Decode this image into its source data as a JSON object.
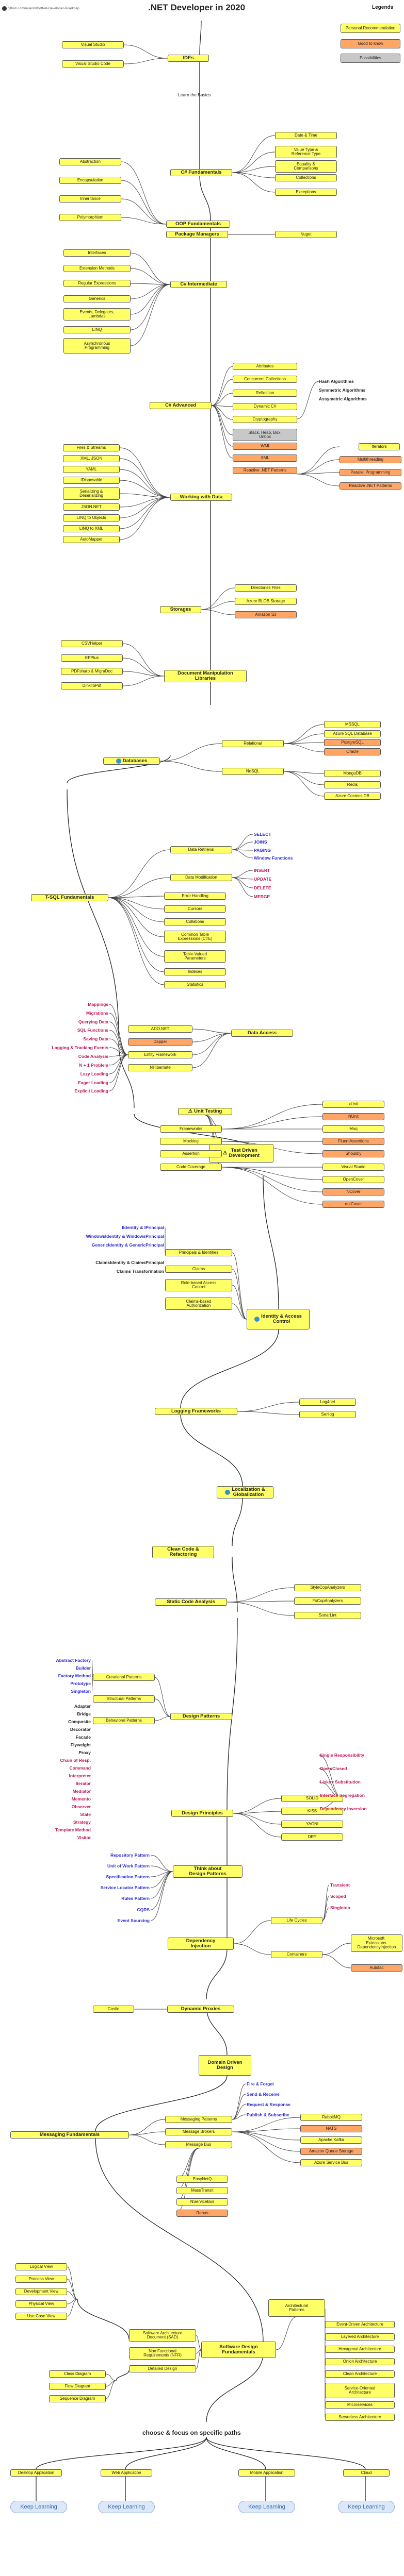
{
  "header": {
    "title": ".NET Developer in 2020",
    "repo": "github.com/milanm/DotNet-Developer-Roadmap",
    "legend_title": "Legends"
  },
  "legend": [
    {
      "label": "Personal Recommendation",
      "color": "yellow"
    },
    {
      "label": "Good to know",
      "color": "orange"
    },
    {
      "label": "Possibilities",
      "color": "gray"
    }
  ],
  "intro": {
    "learn_basics": "Learn the Basics",
    "choose_focus": "choose & focus on specific paths"
  },
  "main_nodes": [
    {
      "label": "IDEs"
    },
    {
      "label": "C# Fundamentals"
    },
    {
      "label": "OOP Fundamentals"
    },
    {
      "label": "Package Managers"
    },
    {
      "label": "C# Intermediate"
    },
    {
      "label": "C# Advanced"
    },
    {
      "label": "Working with Data"
    },
    {
      "label": "Storages"
    },
    {
      "label": "Document Manipulation\nLibraries"
    },
    {
      "label": "Databases"
    },
    {
      "label": "T-SQL Fundamentals"
    },
    {
      "label": "Data Access"
    },
    {
      "label": "Unit Testing"
    },
    {
      "label": "Test Driven\nDevelopment"
    },
    {
      "label": "Identity & Access\nControl"
    },
    {
      "label": "Logging Frameworks"
    },
    {
      "label": "Localization &\nGlobalization"
    },
    {
      "label": "Clean Code &\nRefactoring"
    },
    {
      "label": "Static Code Analysis"
    },
    {
      "label": "Design Patterns"
    },
    {
      "label": "Design Principles"
    },
    {
      "label": "Think about\nDesign Patterns"
    },
    {
      "label": "Dependency\nInjection"
    },
    {
      "label": "Dynamic Proxies"
    },
    {
      "label": "Domain Driven\nDesign"
    },
    {
      "label": "Messaging Fundamentals"
    },
    {
      "label": "Software Design\nFundamentals"
    }
  ],
  "sub_nodes": [
    {
      "label": "Visual Studio",
      "color": "yellow"
    },
    {
      "label": "Visual Studio Code",
      "color": "yellow"
    },
    {
      "label": "Date & Time",
      "color": "yellow"
    },
    {
      "label": "Value Type &\nReference Type",
      "color": "yellow"
    },
    {
      "label": "Equality &\nComparisons",
      "color": "yellow"
    },
    {
      "label": "Collections",
      "color": "yellow"
    },
    {
      "label": "Exceptions",
      "color": "yellow"
    },
    {
      "label": "Abstraction",
      "color": "yellow"
    },
    {
      "label": "Encapsulation",
      "color": "yellow"
    },
    {
      "label": "Inheritance",
      "color": "yellow"
    },
    {
      "label": "Polymorphism",
      "color": "yellow"
    },
    {
      "label": "Nuget",
      "color": "yellow"
    },
    {
      "label": "Interfaces",
      "color": "yellow"
    },
    {
      "label": "Extension Methods",
      "color": "yellow"
    },
    {
      "label": "Regular Expressions",
      "color": "yellow"
    },
    {
      "label": "Generics",
      "color": "yellow"
    },
    {
      "label": "Events, Delegates,\nLambdas",
      "color": "yellow"
    },
    {
      "label": "LINQ",
      "color": "yellow"
    },
    {
      "label": "Asynchronous\nProgramming",
      "color": "yellow"
    },
    {
      "label": "Attributes",
      "color": "yellow"
    },
    {
      "label": "Concurrent Collections",
      "color": "yellow"
    },
    {
      "label": "Reflection",
      "color": "yellow"
    },
    {
      "label": "Dynamic C#",
      "color": "yellow"
    },
    {
      "label": "Cryptography",
      "color": "yellow"
    },
    {
      "label": "Stack, Heap, Box,\nUnbox",
      "color": "gray"
    },
    {
      "label": "WMI",
      "color": "orange"
    },
    {
      "label": "XML",
      "color": "orange"
    },
    {
      "label": "Iterators",
      "color": "yellow"
    },
    {
      "label": "Multithreading",
      "color": "orange"
    },
    {
      "label": "Parallel Programming",
      "color": "orange"
    },
    {
      "label": "Reactive .NET Patterns",
      "color": "orange"
    },
    {
      "label": "Files & Streams",
      "color": "yellow"
    },
    {
      "label": "XML, JSON",
      "color": "yellow"
    },
    {
      "label": "YAML",
      "color": "yellow"
    },
    {
      "label": "IDisposable",
      "color": "yellow"
    },
    {
      "label": "Serializing &\nDeserializing",
      "color": "yellow"
    },
    {
      "label": "JSON.NET",
      "color": "yellow"
    },
    {
      "label": "LINQ to Objects",
      "color": "yellow"
    },
    {
      "label": "LINQ to XML",
      "color": "yellow"
    },
    {
      "label": "AutoMapper",
      "color": "yellow"
    },
    {
      "label": "Directories Files",
      "color": "yellow"
    },
    {
      "label": "Azure BLOB Storage",
      "color": "yellow"
    },
    {
      "label": "Amazon S3",
      "color": "orange"
    },
    {
      "label": "CSVHelper",
      "color": "yellow"
    },
    {
      "label": "EPPlus",
      "color": "yellow"
    },
    {
      "label": "PDFsharp & MigraDoc",
      "color": "yellow"
    },
    {
      "label": "DinkToPdf",
      "color": "yellow"
    },
    {
      "label": "Relational",
      "color": "yellow"
    },
    {
      "label": "NoSQL",
      "color": "yellow"
    },
    {
      "label": "MSSQL",
      "color": "yellow"
    },
    {
      "label": "Azure SQL Database",
      "color": "yellow"
    },
    {
      "label": "PostgreSQL",
      "color": "orange"
    },
    {
      "label": "Oracle",
      "color": "orange"
    },
    {
      "label": "MongoDB",
      "color": "yellow"
    },
    {
      "label": "Redis",
      "color": "yellow"
    },
    {
      "label": "Azure Cosmos DB",
      "color": "yellow"
    },
    {
      "label": "Data Retrieval",
      "color": "yellow"
    },
    {
      "label": "Data Modification",
      "color": "yellow"
    },
    {
      "label": "Error Handling",
      "color": "yellow"
    },
    {
      "label": "Cursors",
      "color": "yellow"
    },
    {
      "label": "Collations",
      "color": "yellow"
    },
    {
      "label": "Common Table\nExpressions (CTE)",
      "color": "yellow"
    },
    {
      "label": "Table-Valued\nParameters",
      "color": "yellow"
    },
    {
      "label": "Indexes",
      "color": "yellow"
    },
    {
      "label": "Statistics",
      "color": "yellow"
    },
    {
      "label": "ADO.NET",
      "color": "yellow"
    },
    {
      "label": "Dapper",
      "color": "orange"
    },
    {
      "label": "Entity Framework",
      "color": "yellow"
    },
    {
      "label": "NHibernate",
      "color": "yellow"
    },
    {
      "label": "Frameworks",
      "color": "yellow"
    },
    {
      "label": "Mocking",
      "color": "yellow"
    },
    {
      "label": "Assertion",
      "color": "yellow"
    },
    {
      "label": "Code Coverage",
      "color": "yellow"
    },
    {
      "label": "xUnit",
      "color": "yellow"
    },
    {
      "label": "NUnit",
      "color": "orange"
    },
    {
      "label": "Moq",
      "color": "yellow"
    },
    {
      "label": "FluentAssertions",
      "color": "orange"
    },
    {
      "label": "Shouldly",
      "color": "orange"
    },
    {
      "label": "Visual Studio",
      "color": "yellow"
    },
    {
      "label": "OpenCover",
      "color": "yellow"
    },
    {
      "label": "NCover",
      "color": "orange"
    },
    {
      "label": "dotCover",
      "color": "orange"
    },
    {
      "label": "Principals & Identities",
      "color": "yellow"
    },
    {
      "label": "Claims",
      "color": "yellow"
    },
    {
      "label": "Role-based Access\nControl",
      "color": "yellow"
    },
    {
      "label": "Claims-based\nAuthorization",
      "color": "yellow"
    },
    {
      "label": "Log4net",
      "color": "yellow"
    },
    {
      "label": "Serilog",
      "color": "yellow"
    },
    {
      "label": "StyleCopAnalyzers",
      "color": "yellow"
    },
    {
      "label": "FxCopAnalyzers",
      "color": "yellow"
    },
    {
      "label": "SonarLint",
      "color": "yellow"
    },
    {
      "label": "Creational Patterns",
      "color": "yellow"
    },
    {
      "label": "Structural Patterns",
      "color": "yellow"
    },
    {
      "label": "Behavioral Patterns",
      "color": "yellow"
    },
    {
      "label": "SOLID",
      "color": "yellow"
    },
    {
      "label": "KISS",
      "color": "yellow"
    },
    {
      "label": "YAGNI",
      "color": "yellow"
    },
    {
      "label": "DRY",
      "color": "yellow"
    },
    {
      "label": "Life Cycles",
      "color": "yellow"
    },
    {
      "label": "Containers",
      "color": "yellow"
    },
    {
      "label": "Microsoft.\nExtensions.\nDependencyInjection",
      "color": "yellow"
    },
    {
      "label": "Autofac",
      "color": "orange"
    },
    {
      "label": "Castle",
      "color": "yellow"
    },
    {
      "label": "Messaging Patterns",
      "color": "yellow"
    },
    {
      "label": "Message Brokers",
      "color": "yellow"
    },
    {
      "label": "Message Bus",
      "color": "yellow"
    },
    {
      "label": "RabbitMQ",
      "color": "yellow"
    },
    {
      "label": "NATS",
      "color": "orange"
    },
    {
      "label": "Apache Kafka",
      "color": "yellow"
    },
    {
      "label": "Amazon Queue Storage",
      "color": "orange"
    },
    {
      "label": "Azure Service Bus",
      "color": "yellow"
    },
    {
      "label": "EasyNetQ",
      "color": "yellow"
    },
    {
      "label": "MassTransit",
      "color": "yellow"
    },
    {
      "label": "NServiceBus",
      "color": "yellow"
    },
    {
      "label": "Rebus",
      "color": "orange"
    },
    {
      "label": "Logical View",
      "color": "yellow"
    },
    {
      "label": "Process View",
      "color": "yellow"
    },
    {
      "label": "Development View",
      "color": "yellow"
    },
    {
      "label": "Physical View",
      "color": "yellow"
    },
    {
      "label": "Use Case View",
      "color": "yellow"
    },
    {
      "label": "Class Diagram",
      "color": "yellow"
    },
    {
      "label": "Flow Diagram",
      "color": "yellow"
    },
    {
      "label": "Sequence Diagram",
      "color": "yellow"
    },
    {
      "label": "Software Architecture\nDocument (SAD)",
      "color": "yellow"
    },
    {
      "label": "Non Functional\nRequirements (NFR)",
      "color": "yellow"
    },
    {
      "label": "Detailed Design",
      "color": "yellow"
    },
    {
      "label": "Architectural\nPatterns",
      "color": "yellow"
    },
    {
      "label": "Event-Driven Architecture",
      "color": "yellow"
    },
    {
      "label": "Layered Architecture",
      "color": "yellow"
    },
    {
      "label": "Hexagonal Architecture",
      "color": "yellow"
    },
    {
      "label": "Onion Architecture",
      "color": "yellow"
    },
    {
      "label": "Clean Architecture",
      "color": "yellow"
    },
    {
      "label": "Service-Oriented\nArchitecture",
      "color": "yellow"
    },
    {
      "label": "Microservices",
      "color": "yellow"
    },
    {
      "label": "Serverless Architecture",
      "color": "yellow"
    },
    {
      "label": "Desktop Application",
      "color": "yellow"
    },
    {
      "label": "Web Application",
      "color": "yellow"
    },
    {
      "label": "Mobile Application",
      "color": "yellow"
    },
    {
      "label": "Cloud",
      "color": "yellow"
    }
  ],
  "side_labels": [
    {
      "text": "Hash Algorithms",
      "color": "#222222"
    },
    {
      "text": "Symmetric Algorithms",
      "color": "#222222"
    },
    {
      "text": "Assymetric Algorithms",
      "color": "#222222"
    },
    {
      "text": "SELECT",
      "color": "#2a2ad6"
    },
    {
      "text": "JOINS",
      "color": "#2a2ad6"
    },
    {
      "text": "PAGING",
      "color": "#2a2ad6"
    },
    {
      "text": "Window Functions",
      "color": "#2a2ad6"
    },
    {
      "text": "INSERT",
      "color": "#c0145a"
    },
    {
      "text": "UPDATE",
      "color": "#c0145a"
    },
    {
      "text": "DELETE",
      "color": "#c0145a"
    },
    {
      "text": "MERGE",
      "color": "#c0145a"
    },
    {
      "text": "Mappings",
      "color": "#c0145a"
    },
    {
      "text": "Migrations",
      "color": "#c0145a"
    },
    {
      "text": "Querying Data",
      "color": "#c0145a"
    },
    {
      "text": "SQL Functions",
      "color": "#c0145a"
    },
    {
      "text": "Saving Data",
      "color": "#c0145a"
    },
    {
      "text": "Logging & Tracking Events",
      "color": "#c0145a"
    },
    {
      "text": "Code Analysis",
      "color": "#c0145a"
    },
    {
      "text": "N + 1 Problem",
      "color": "#c0145a"
    },
    {
      "text": "Lazy Loading",
      "color": "#c0145a"
    },
    {
      "text": "Eager Loading",
      "color": "#c0145a"
    },
    {
      "text": "Explicit Loading",
      "color": "#c0145a"
    },
    {
      "text": "IIdentity & IPrincipal",
      "color": "#2a2ad6"
    },
    {
      "text": "WindowsIdentity & WindowsPrincipal",
      "color": "#2a2ad6"
    },
    {
      "text": "GenericIdentity & GenericPrincipal",
      "color": "#2a2ad6"
    },
    {
      "text": "ClaimsIdentity & ClaimsPrincipal",
      "color": "#222222"
    },
    {
      "text": "Claims Transformation",
      "color": "#222222"
    },
    {
      "text": "Abstract Factory",
      "color": "#2a2ad6"
    },
    {
      "text": "Builder",
      "color": "#2a2ad6"
    },
    {
      "text": "Factory Method",
      "color": "#2a2ad6"
    },
    {
      "text": "Prototype",
      "color": "#2a2ad6"
    },
    {
      "text": "Singleton",
      "color": "#2a2ad6"
    },
    {
      "text": "Adapter",
      "color": "#222222"
    },
    {
      "text": "Bridge",
      "color": "#222222"
    },
    {
      "text": "Composite",
      "color": "#222222"
    },
    {
      "text": "Decorator",
      "color": "#222222"
    },
    {
      "text": "Facade",
      "color": "#222222"
    },
    {
      "text": "Flyweight",
      "color": "#222222"
    },
    {
      "text": "Proxy",
      "color": "#222222"
    },
    {
      "text": "Chain of Resp.",
      "color": "#c0145a"
    },
    {
      "text": "Command",
      "color": "#c0145a"
    },
    {
      "text": "Interpreter",
      "color": "#c0145a"
    },
    {
      "text": "Iterator",
      "color": "#c0145a"
    },
    {
      "text": "Mediator",
      "color": "#c0145a"
    },
    {
      "text": "Memento",
      "color": "#c0145a"
    },
    {
      "text": "Observer",
      "color": "#c0145a"
    },
    {
      "text": "State",
      "color": "#c0145a"
    },
    {
      "text": "Strategy",
      "color": "#c0145a"
    },
    {
      "text": "Template Method",
      "color": "#c0145a"
    },
    {
      "text": "Visitor",
      "color": "#c0145a"
    },
    {
      "text": "Single Responsibility",
      "color": "#c0145a"
    },
    {
      "text": "Open/Closed",
      "color": "#c0145a"
    },
    {
      "text": "Liskov Substitution",
      "color": "#c0145a"
    },
    {
      "text": "Interface Segregation",
      "color": "#c0145a"
    },
    {
      "text": "Dependency Inversion",
      "color": "#c0145a"
    },
    {
      "text": "Repository Pattern",
      "color": "#2a2ad6"
    },
    {
      "text": "Unit of Work Pattern",
      "color": "#2a2ad6"
    },
    {
      "text": "Specification Pattern",
      "color": "#2a2ad6"
    },
    {
      "text": "Service Locator Pattern",
      "color": "#2a2ad6"
    },
    {
      "text": "Rules Pattern",
      "color": "#2a2ad6"
    },
    {
      "text": "CQRS",
      "color": "#2a2ad6"
    },
    {
      "text": "Event Sourcing",
      "color": "#2a2ad6"
    },
    {
      "text": "Transient",
      "color": "#c0145a"
    },
    {
      "text": "Scoped",
      "color": "#c0145a"
    },
    {
      "text": "Singleton",
      "color": "#c0145a"
    },
    {
      "text": "Fire & Forget",
      "color": "#2a2ad6"
    },
    {
      "text": "Send & Receive",
      "color": "#2a2ad6"
    },
    {
      "text": "Request & Response",
      "color": "#2a2ad6"
    },
    {
      "text": "Publish & Subscribe",
      "color": "#2a2ad6"
    }
  ],
  "paths": [
    {
      "label": "Keep Learning"
    },
    {
      "label": "Keep Learning"
    },
    {
      "label": "Keep Learning"
    },
    {
      "label": "Keep Learning"
    }
  ]
}
